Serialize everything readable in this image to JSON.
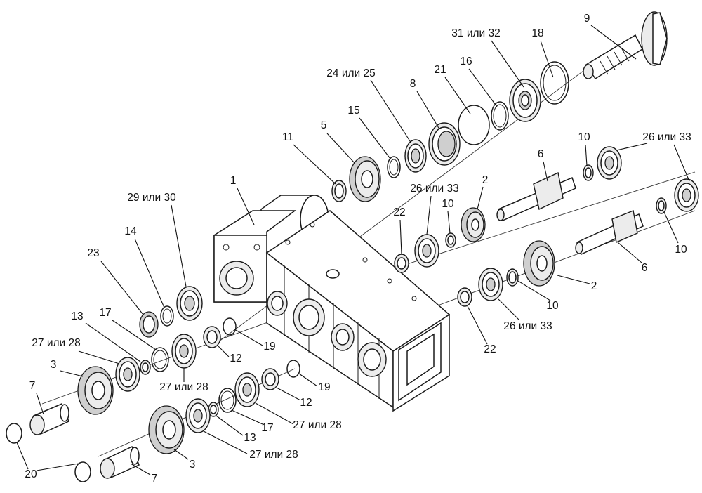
{
  "labels": [
    {
      "id": "l1",
      "text": "1",
      "anchor": "middle"
    },
    {
      "id": "l9",
      "text": "9",
      "anchor": "middle"
    },
    {
      "id": "l18",
      "text": "18",
      "anchor": "middle"
    },
    {
      "id": "l3132",
      "text": "31 или 32",
      "anchor": "middle"
    },
    {
      "id": "l16",
      "text": "16",
      "anchor": "middle"
    },
    {
      "id": "l21",
      "text": "21",
      "anchor": "middle"
    },
    {
      "id": "l8",
      "text": "8",
      "anchor": "middle"
    },
    {
      "id": "l2425",
      "text": "24 или 25",
      "anchor": "middle"
    },
    {
      "id": "l15",
      "text": "15",
      "anchor": "middle"
    },
    {
      "id": "l5",
      "text": "5",
      "anchor": "middle"
    },
    {
      "id": "l11",
      "text": "11",
      "anchor": "middle"
    },
    {
      "id": "l10a",
      "text": "10",
      "anchor": "middle"
    },
    {
      "id": "l2633a",
      "text": "26 или 33",
      "anchor": "middle"
    },
    {
      "id": "l6a",
      "text": "6",
      "anchor": "middle"
    },
    {
      "id": "l2a",
      "text": "2",
      "anchor": "middle"
    },
    {
      "id": "l2633b",
      "text": "26 или 33",
      "anchor": "middle"
    },
    {
      "id": "l10b",
      "text": "10",
      "anchor": "middle"
    },
    {
      "id": "l22a",
      "text": "22",
      "anchor": "middle"
    },
    {
      "id": "l10c",
      "text": "10",
      "anchor": "middle"
    },
    {
      "id": "l6b",
      "text": "6",
      "anchor": "middle"
    },
    {
      "id": "l2b",
      "text": "2",
      "anchor": "middle"
    },
    {
      "id": "l10d",
      "text": "10",
      "anchor": "middle"
    },
    {
      "id": "l2633c",
      "text": "26 или 33",
      "anchor": "middle"
    },
    {
      "id": "l22b",
      "text": "22",
      "anchor": "middle"
    },
    {
      "id": "l2930",
      "text": "29 или 30",
      "anchor": "middle"
    },
    {
      "id": "l14",
      "text": "14",
      "anchor": "middle"
    },
    {
      "id": "l23",
      "text": "23",
      "anchor": "middle"
    },
    {
      "id": "l13a",
      "text": "13",
      "anchor": "middle"
    },
    {
      "id": "l17a",
      "text": "17",
      "anchor": "middle"
    },
    {
      "id": "l2728a",
      "text": "27 или 28",
      "anchor": "middle"
    },
    {
      "id": "l19a",
      "text": "19",
      "anchor": "middle"
    },
    {
      "id": "l12a",
      "text": "12",
      "anchor": "middle"
    },
    {
      "id": "l2728b",
      "text": "27 или 28",
      "anchor": "middle"
    },
    {
      "id": "l3a",
      "text": "3",
      "anchor": "middle"
    },
    {
      "id": "l7a",
      "text": "7",
      "anchor": "middle"
    },
    {
      "id": "l19b",
      "text": "19",
      "anchor": "middle"
    },
    {
      "id": "l12b",
      "text": "12",
      "anchor": "middle"
    },
    {
      "id": "l2728c",
      "text": "27 или 28",
      "anchor": "middle"
    },
    {
      "id": "l17b",
      "text": "17",
      "anchor": "middle"
    },
    {
      "id": "l13b",
      "text": "13",
      "anchor": "middle"
    },
    {
      "id": "l2728d",
      "text": "27 или 28",
      "anchor": "middle"
    },
    {
      "id": "l3b",
      "text": "3",
      "anchor": "middle"
    },
    {
      "id": "l20",
      "text": "20",
      "anchor": "middle"
    },
    {
      "id": "l7b",
      "text": "7",
      "anchor": "middle"
    }
  ]
}
